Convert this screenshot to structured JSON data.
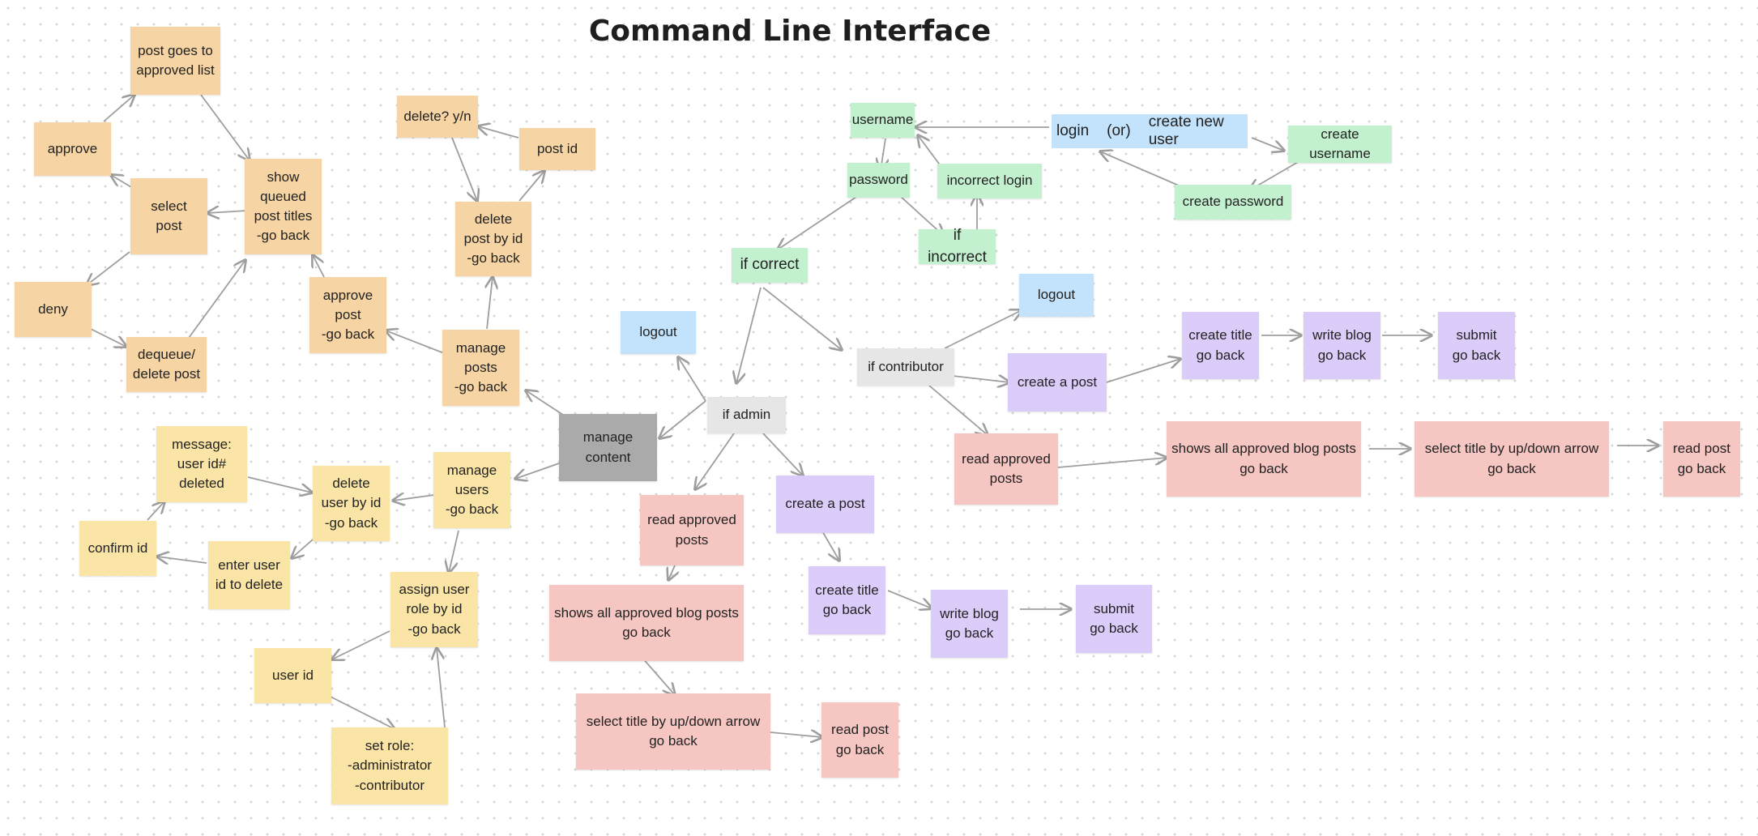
{
  "title": "Command Line Interface",
  "login": {
    "login": "login",
    "or": "(or)",
    "create_new_user": "create new user"
  },
  "notes": {
    "post_goes_to": "post goes to\napproved list",
    "approve": "approve",
    "select_post": "select\npost",
    "show_queued": "show\nqueued\npost titles\n-go back",
    "deny": "deny",
    "dequeue": "dequeue/\ndelete post",
    "delete_yn": "delete? y/n",
    "post_id": "post id",
    "delete_post_by_id": "delete\npost by id\n-go back",
    "approve_post": "approve\npost\n-go back",
    "manage_posts": "manage\nposts\n-go back",
    "manage_content": "manage\ncontent",
    "message_deleted": "message:\nuser id#\ndeleted",
    "delete_user_by_id": "delete\nuser by id\n-go back",
    "manage_users": "manage\nusers\n-go back",
    "confirm_id": "confirm id",
    "enter_user_id": "enter user\nid to delete",
    "assign_user_role": "assign user\nrole by id\n-go back",
    "user_id": "user id",
    "set_role": "set role:\n-administrator\n-contributor",
    "username": "username",
    "password": "password",
    "incorrect_login": "incorrect login",
    "if_incorrect": "if incorrect",
    "create_username": "create username",
    "create_password": "create password",
    "if_correct": "if correct",
    "logout_admin": "logout",
    "if_admin": "if admin",
    "logout_contrib": "logout",
    "if_contributor": "if contributor",
    "create_post_contrib": "create a post",
    "create_title_contrib": "create title\ngo back",
    "write_blog_contrib": "write blog\ngo back",
    "submit_contrib": "submit\ngo back",
    "read_approved_contrib": "read approved\nposts",
    "shows_all_contrib": "shows all approved blog posts\ngo back",
    "select_title_contrib": "select title by up/down arrow\ngo back",
    "read_post_contrib": "read post\ngo back",
    "read_approved_admin": "read approved\nposts",
    "create_post_admin": "create a post",
    "create_title_admin": "create title\ngo back",
    "write_blog_admin": "write blog\ngo back",
    "submit_admin": "submit\ngo back",
    "shows_all_admin": "shows all approved blog posts\ngo back",
    "select_title_admin": "select title by up/down arrow\ngo back",
    "read_post_admin": "read post\ngo back"
  },
  "colors": {
    "orange": "#f6d4a3",
    "yellow": "#fbe5a6",
    "green": "#c3f0cf",
    "blue": "#c3e2fb",
    "purple": "#dcccf9",
    "pink": "#f6c6c2",
    "grey": "#e6e6e6",
    "dark": "#aaaaaa"
  }
}
